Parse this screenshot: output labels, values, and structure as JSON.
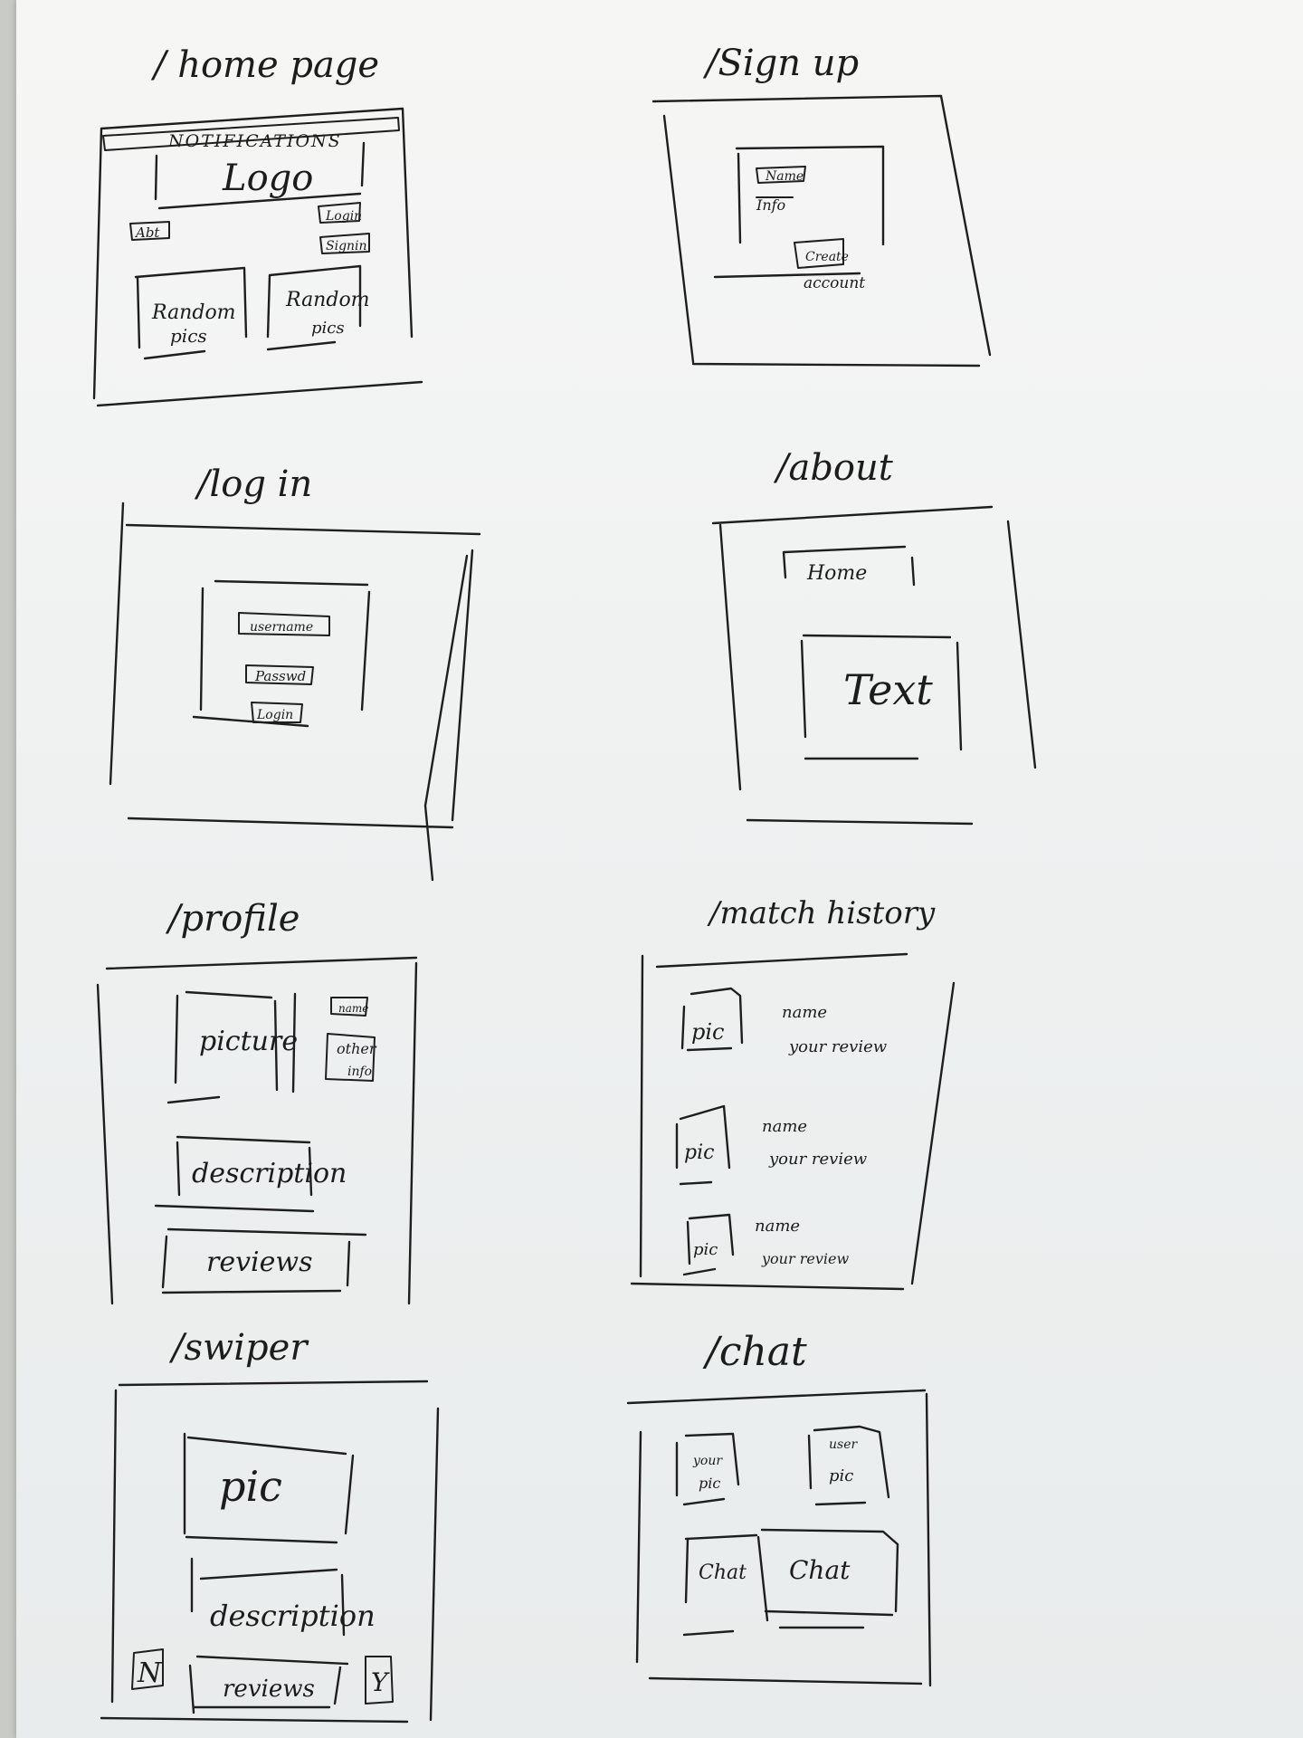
{
  "wireframes": {
    "home": {
      "title": "/ home page",
      "notification": "NOTIFICATIONS",
      "logo": "Logo",
      "about_btn": "Abt",
      "login_btn": "Login",
      "signup_btn": "Signin",
      "pics": [
        "Random",
        "pics",
        "Random",
        "pics"
      ]
    },
    "signup": {
      "title": "/Sign up",
      "name_field": "Name",
      "info_field": "Info",
      "create_btn": "Create",
      "create_btn_line2": "account"
    },
    "login": {
      "title": "/log in",
      "username_field": "username",
      "password_field": "Passwd",
      "login_btn": "Login"
    },
    "about": {
      "title": "/about",
      "home_btn": "Home",
      "body": "Text"
    },
    "profile": {
      "title": "/profile",
      "picture": "picture",
      "name": "name",
      "other_info": [
        "other",
        "info"
      ],
      "description": "description",
      "reviews": "reviews"
    },
    "match_history": {
      "title": "/match history",
      "items": [
        {
          "pic": "pic",
          "name": "name",
          "review": "your review"
        },
        {
          "pic": "pic",
          "name": "name",
          "review": "your review"
        },
        {
          "pic": "pic",
          "name": "name",
          "review": "your review"
        }
      ]
    },
    "swiper": {
      "title": "/swiper",
      "pic": "pic",
      "description": "description",
      "reviews": "reviews",
      "left_btn": "N",
      "right_btn": "Y"
    },
    "chat": {
      "title": "/chat",
      "your_pic": [
        "your",
        "pic"
      ],
      "user_pic": [
        "user",
        "pic"
      ],
      "chat_left": "Chat",
      "chat_right": "Chat"
    }
  }
}
